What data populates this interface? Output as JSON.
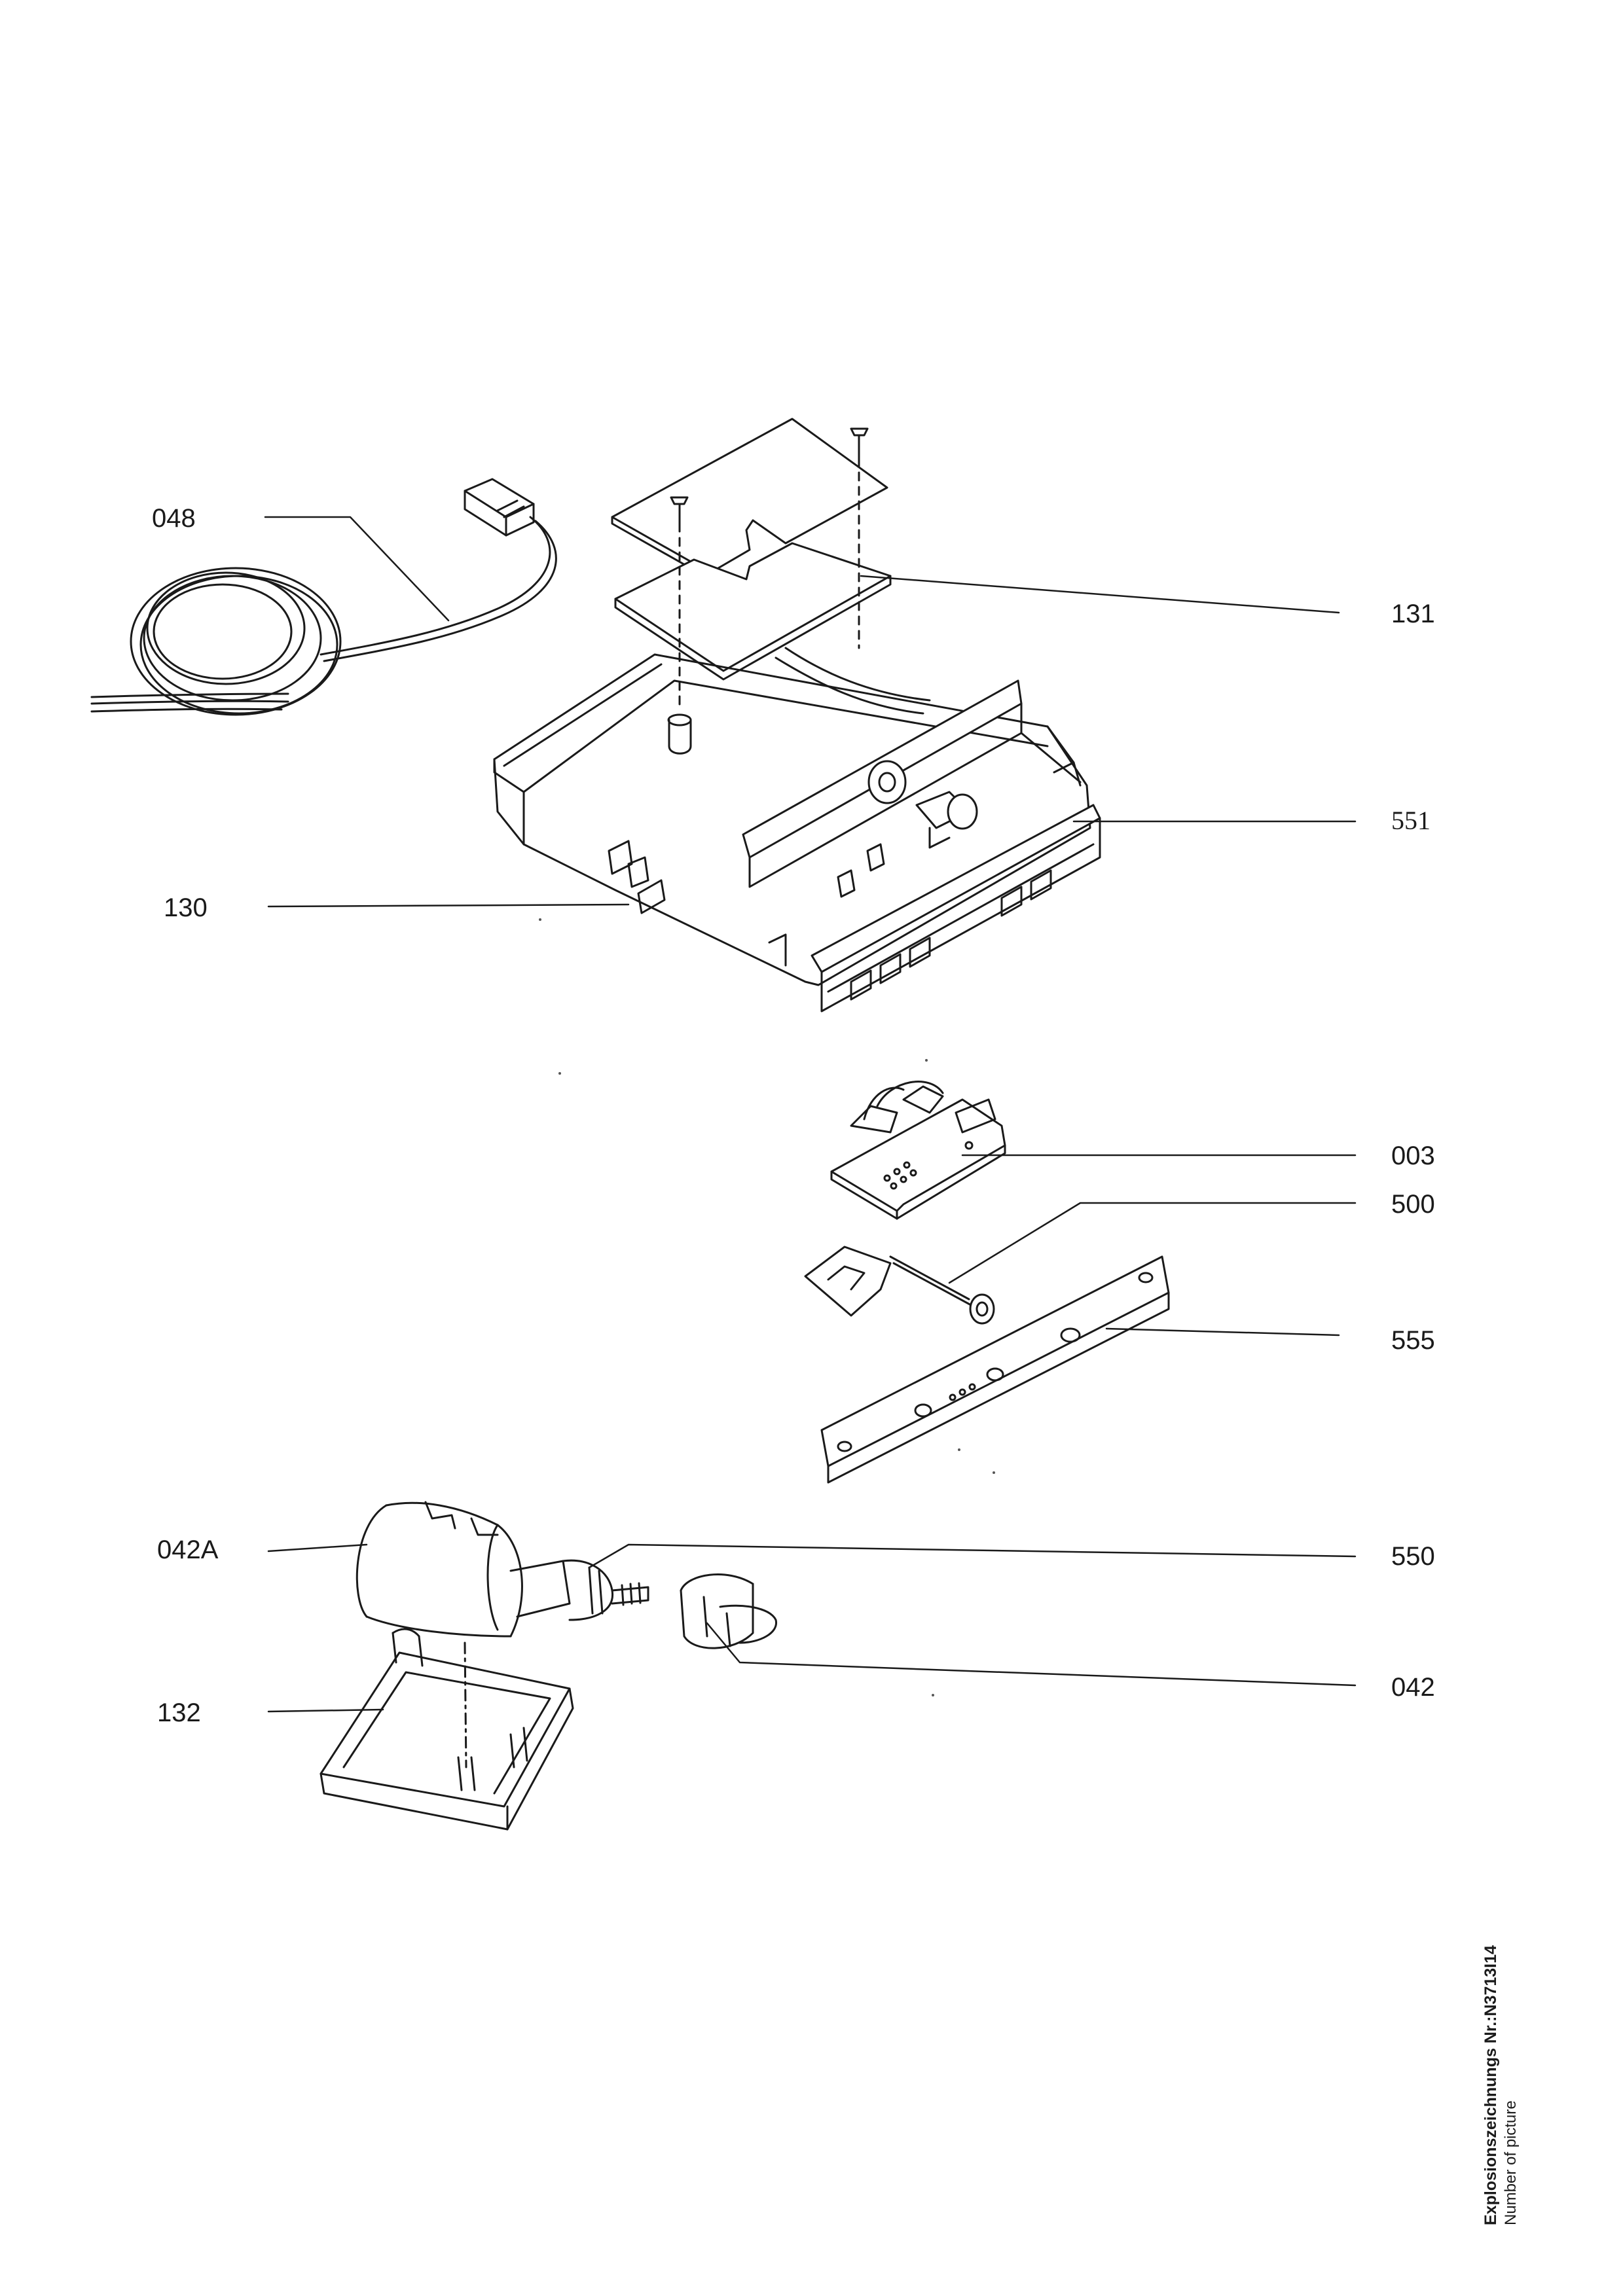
{
  "diagram": {
    "part_labels": {
      "p048": "048",
      "p131": "131",
      "p551": "551",
      "p130": "130",
      "p003": "003",
      "p500": "500",
      "p555": "555",
      "p042a": "042A",
      "p550": "550",
      "p042": "042",
      "p132": "132"
    },
    "caption": {
      "line1": "Explosionszeichnungs Nr.:N3713I14",
      "line2": "Number of picture"
    },
    "colors": {
      "ink": "#1a1a1a",
      "paper": "#ffffff"
    }
  }
}
